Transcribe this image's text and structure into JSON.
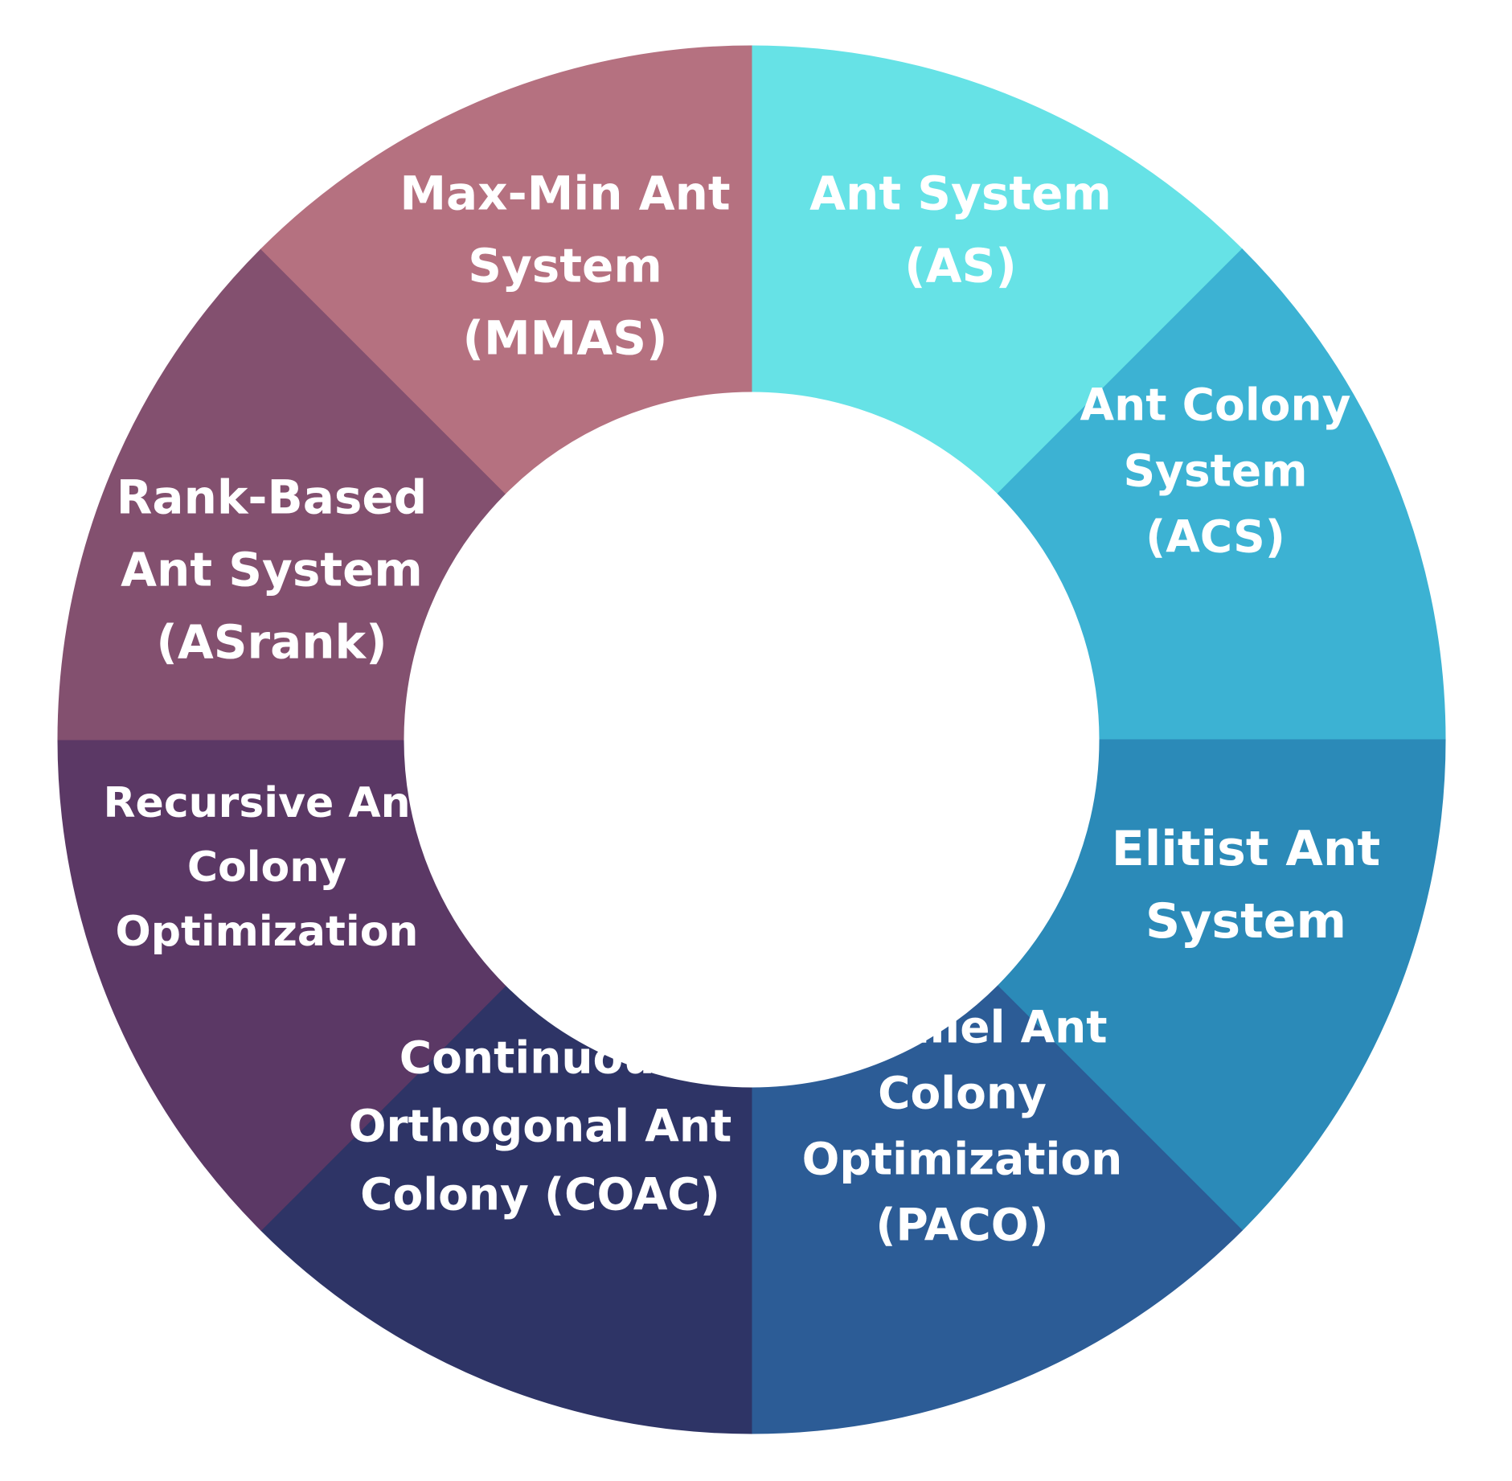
{
  "diagram": {
    "segments": [
      {
        "id": "as",
        "lines": [
          "Ant System",
          "(AS)"
        ],
        "color": "#66e2e6"
      },
      {
        "id": "acs",
        "lines": [
          "Ant Colony",
          "System",
          "(ACS)"
        ],
        "color": "#3cb2d3"
      },
      {
        "id": "eas",
        "lines": [
          "Elitist Ant",
          "System"
        ],
        "color": "#2b8ab8"
      },
      {
        "id": "paco",
        "lines": [
          "Parallel Ant",
          "Colony",
          "Optimization",
          "(PACO)"
        ],
        "color": "#2c5c96"
      },
      {
        "id": "coac",
        "lines": [
          "Continuous",
          "Orthogonal Ant",
          "Colony (COAC)"
        ],
        "color": "#2e3466"
      },
      {
        "id": "raco",
        "lines": [
          "Recursive Ant",
          "Colony",
          "Optimization"
        ],
        "color": "#5b3865"
      },
      {
        "id": "asrank",
        "lines": [
          "Rank-Based",
          "Ant System",
          "(ASrank)"
        ],
        "color": "#83506f"
      },
      {
        "id": "mmas",
        "lines": [
          "Max-Min Ant",
          "System",
          "(MMAS)"
        ],
        "color": "#b57180"
      }
    ]
  }
}
